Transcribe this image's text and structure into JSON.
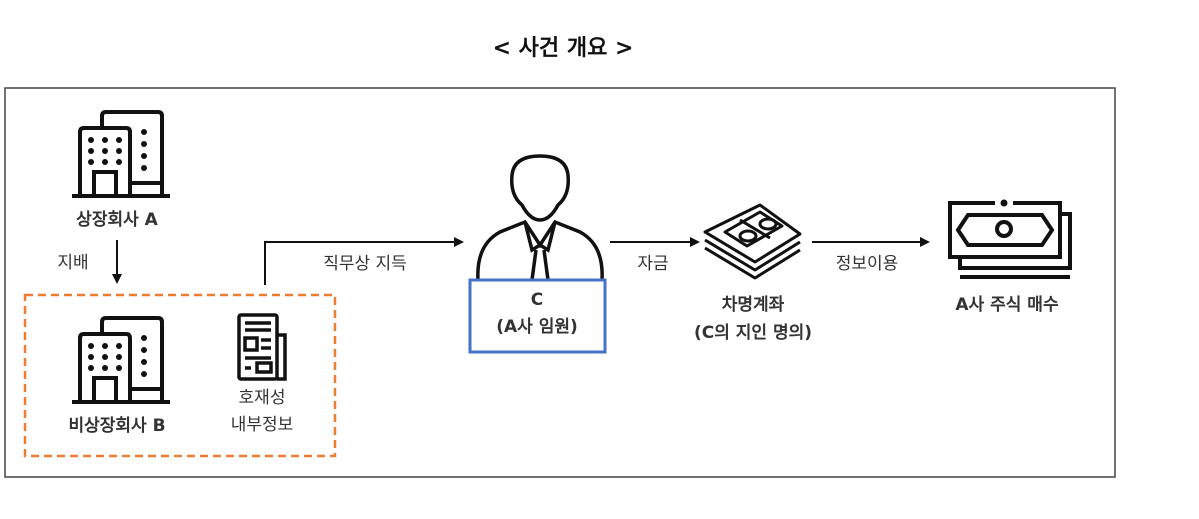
{
  "title": "< 사건 개요 >",
  "nodes": {
    "company_a": "상장회사 A",
    "company_b": "비상장회사 B",
    "info_line1": "호재성",
    "info_line2": "내부정보",
    "person_name": "C",
    "person_role": "(A사 임원)",
    "account_line1": "차명계좌",
    "account_line2": "(C의 지인 명의)",
    "purchase": "A사 주식 매수"
  },
  "edges": {
    "control": "지배",
    "acquire": "직무상 지득",
    "funds": "자금",
    "use_info": "정보이용"
  },
  "colors": {
    "dashed_box": "#ED7D31",
    "person_box": "#4472C4",
    "line": "#111111"
  }
}
